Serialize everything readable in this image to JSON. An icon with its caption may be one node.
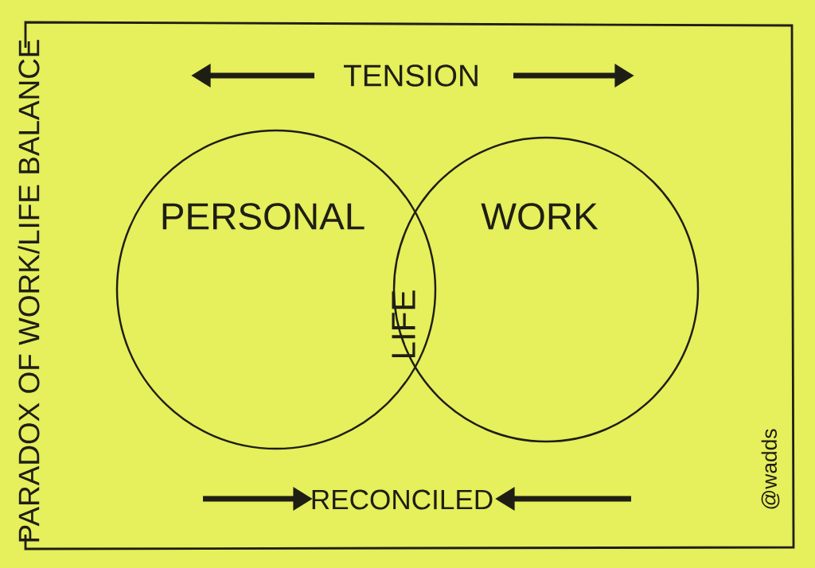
{
  "diagram": {
    "title": "PARADOX OF WORK/LIFE BALANCE",
    "nodes": [
      {
        "text": [
          "PERSONAL"
        ]
      },
      {
        "text": [
          "WORK"
        ]
      }
    ],
    "labels": [
      "TENSION",
      "LIFE",
      "RECONCILED",
      "@wadds"
    ]
  }
}
